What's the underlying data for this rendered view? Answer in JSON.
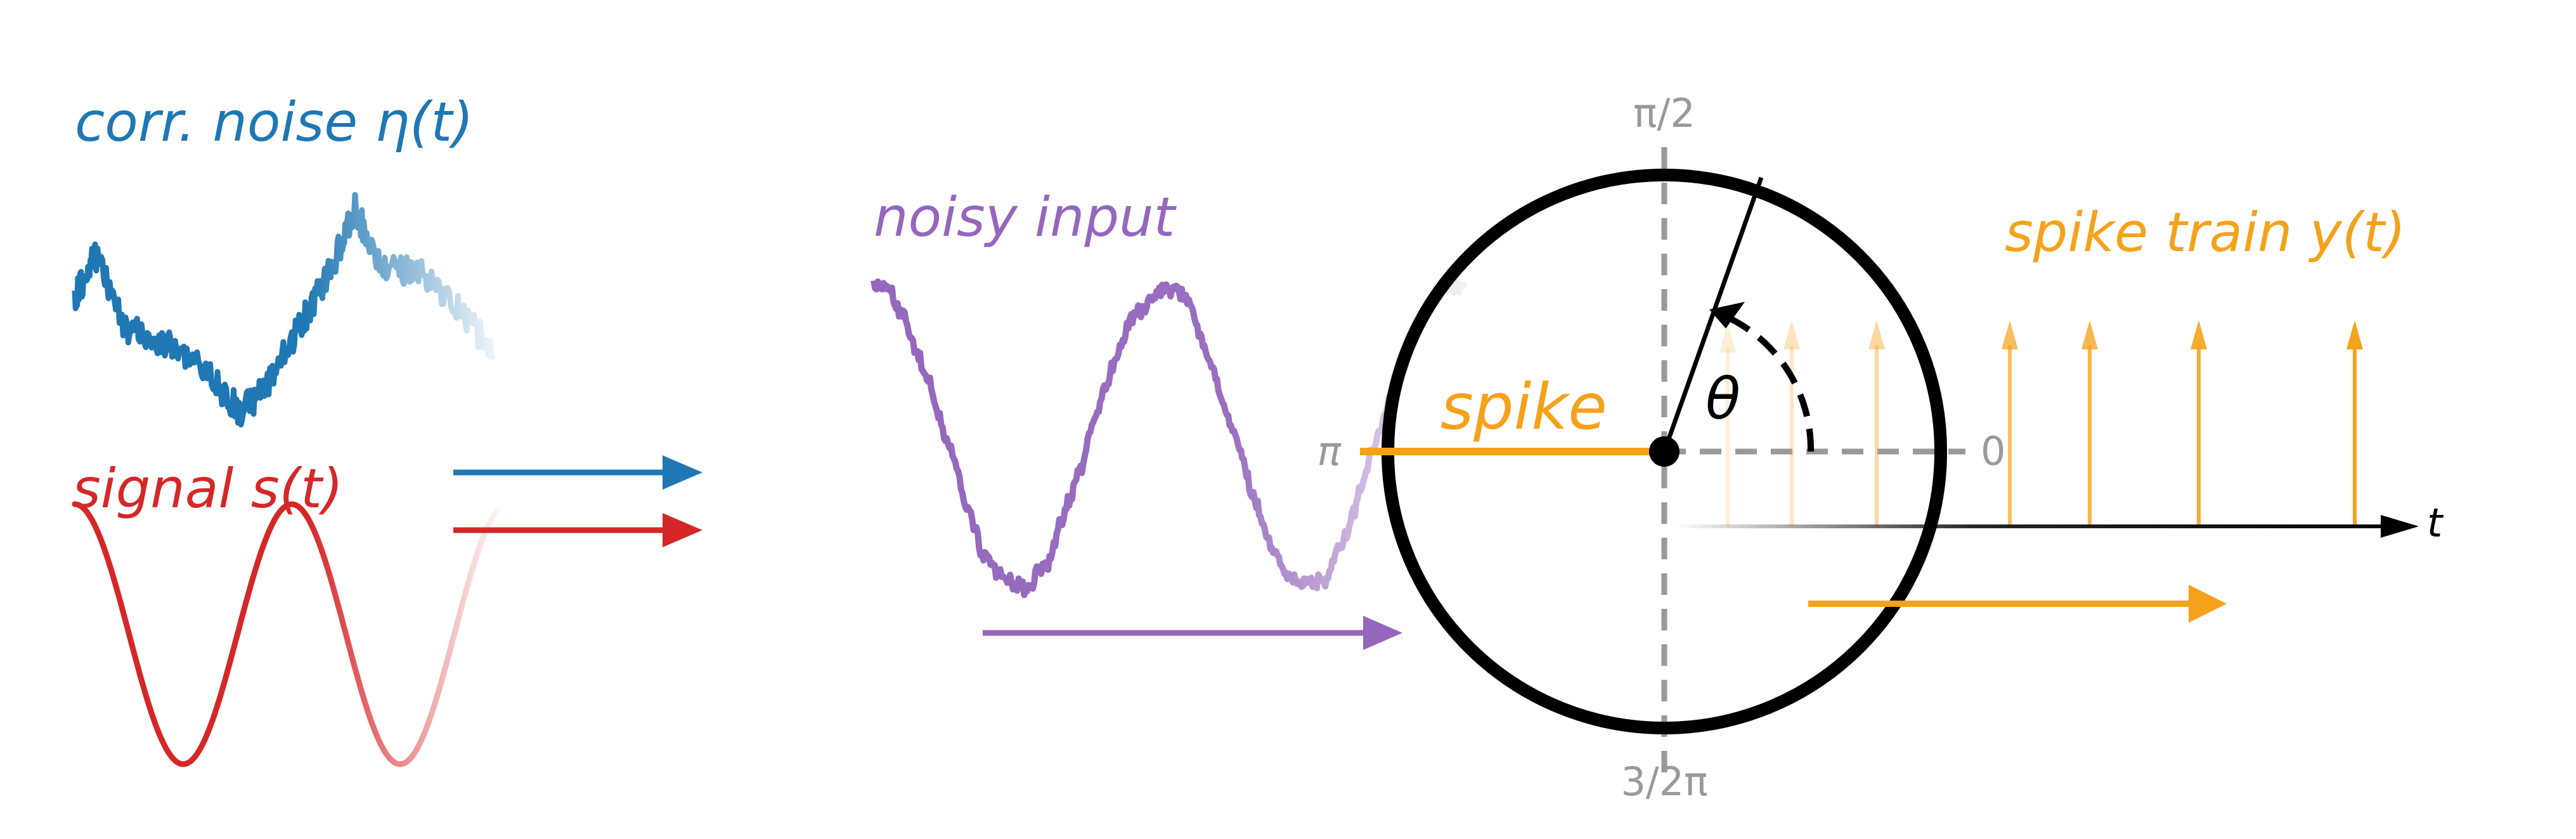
{
  "labels": {
    "noise": "corr. noise η(t)",
    "signal": "signal s(t)",
    "noisy_input": "noisy input",
    "spike": "spike",
    "spike_train": "spike train y(t)",
    "theta": "θ",
    "time": "t",
    "phase_top": "π/2",
    "phase_left": "π",
    "phase_right": "0",
    "phase_bottom": "3/2π"
  },
  "colors": {
    "noise": "#1f77b4",
    "signal": "#d62728",
    "noisy_input": "#9467bd",
    "spike": "#f5a21b",
    "circle": "#000000",
    "guide": "#999999"
  },
  "icons": {
    "arrow": "right-arrow-icon"
  }
}
